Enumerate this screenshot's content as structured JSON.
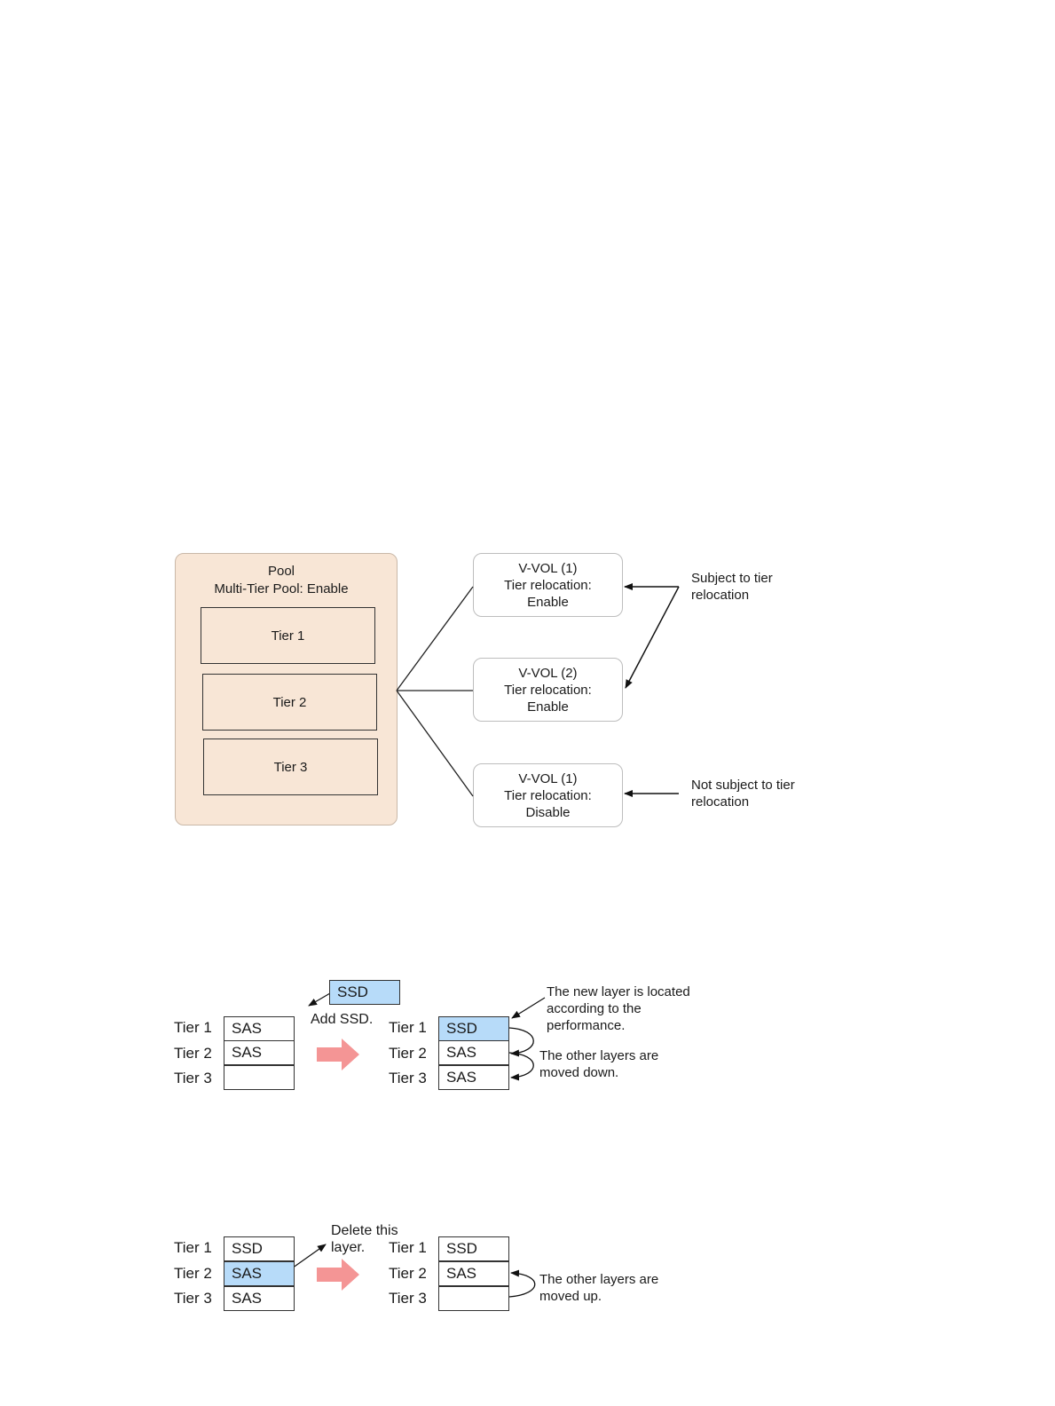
{
  "diagram1": {
    "pool_title": "Pool",
    "pool_subtitle": "Multi-Tier Pool: Enable",
    "tiers": [
      "Tier 1",
      "Tier 2",
      "Tier 3"
    ],
    "vvols": [
      {
        "name": "V-VOL (1)",
        "relocation_label": "Tier relocation:",
        "state": "Enable"
      },
      {
        "name": "V-VOL (2)",
        "relocation_label": "Tier relocation:",
        "state": "Enable"
      },
      {
        "name": "V-VOL (1)",
        "relocation_label": "Tier relocation:",
        "state": "Disable"
      }
    ],
    "note_subject": [
      "Subject to tier",
      "relocation"
    ],
    "note_not_subject": [
      "Not subject to tier",
      "relocation"
    ]
  },
  "diagram2": {
    "tier_labels": [
      "Tier 1",
      "Tier 2",
      "Tier 3"
    ],
    "before_cells": [
      "SAS",
      "SAS",
      ""
    ],
    "new_layer": "SSD",
    "add_label": "Add SSD.",
    "after_cells": [
      "SSD",
      "SAS",
      "SAS"
    ],
    "note_new_layer": [
      "The new layer is located",
      "according to the",
      "performance."
    ],
    "note_moved": [
      "The other layers are",
      "moved down."
    ]
  },
  "diagram3": {
    "tier_labels": [
      "Tier 1",
      "Tier 2",
      "Tier 3"
    ],
    "before_cells": [
      "SSD",
      "SAS",
      "SAS"
    ],
    "delete_label": [
      "Delete this",
      "layer."
    ],
    "after_cells": [
      "SSD",
      "SAS",
      ""
    ],
    "note_moved": [
      "The other layers are",
      "moved up."
    ]
  },
  "colors": {
    "pool_fill": "#f8e6d6",
    "highlight": "#b7dbf9",
    "arrow": "#f49595"
  }
}
